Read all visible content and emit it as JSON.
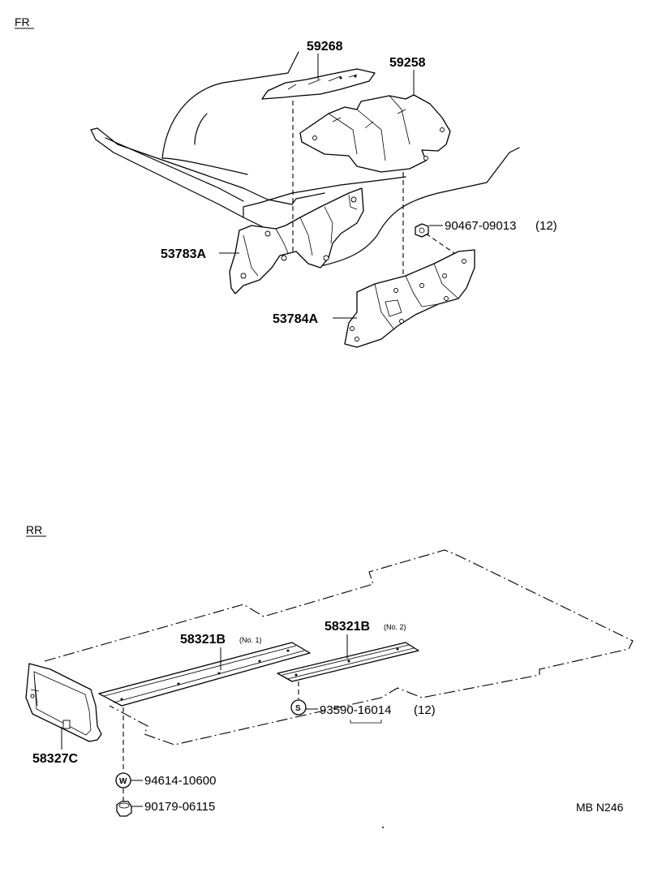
{
  "sections": {
    "front": "FR",
    "rear": "RR"
  },
  "parts": {
    "p59268": "59268",
    "p59258": "59258",
    "p90467": "90467-09013",
    "p90467_qty": "(12)",
    "p53783A": "53783A",
    "p53784A": "53784A",
    "p58321B_1": "58321B",
    "p58321B_1_note": "(No. 1)",
    "p58321B_2": "58321B",
    "p58321B_2_note": "(No. 2)",
    "p93590": "93590-16014",
    "p93590_qty": "(12)",
    "p58327C": "58327C",
    "p94614": "94614-10600",
    "p90179": "90179-06115"
  },
  "badges": {
    "washer": "W",
    "screw": "S"
  },
  "diagram_code": "MB N246"
}
